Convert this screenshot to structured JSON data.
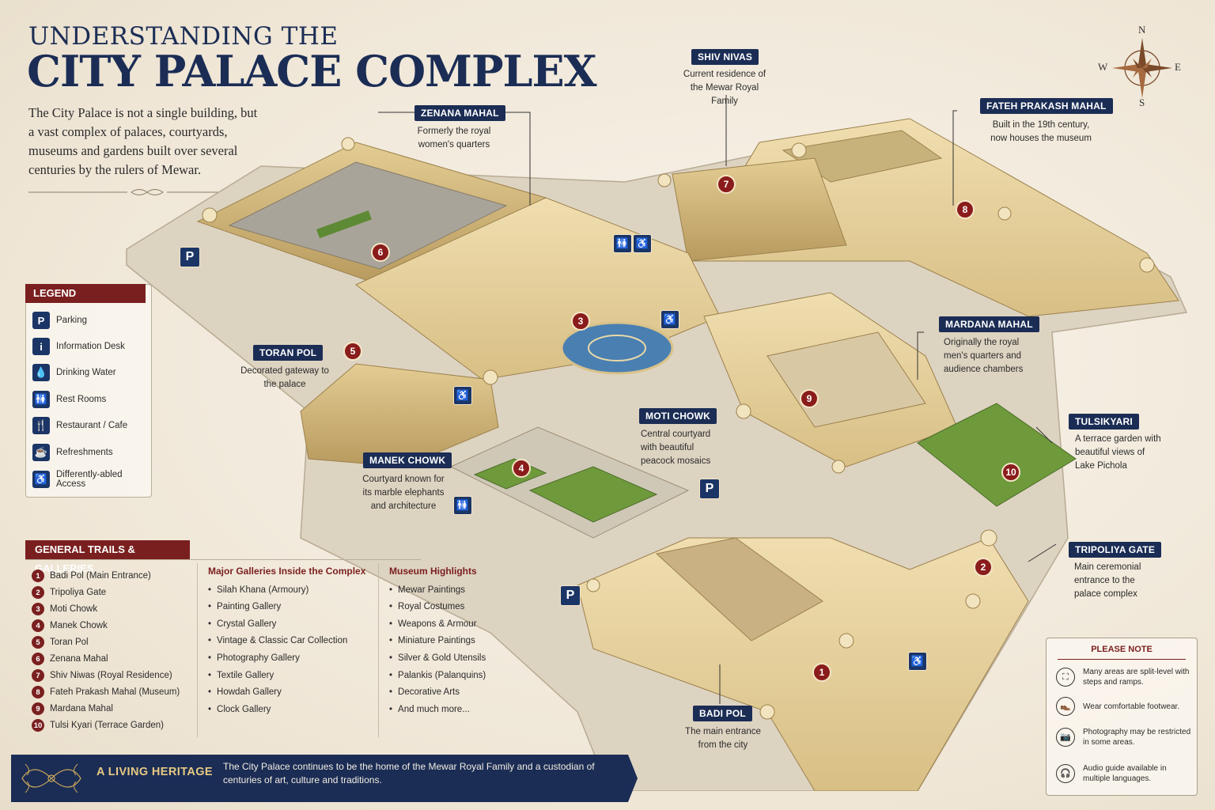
{
  "header": {
    "title_line1": "UNDERSTANDING THE",
    "title_line2": "CITY PALACE COMPLEX",
    "intro": "The City Palace is not a single building, but a vast complex of palaces, courtyards, museums and gardens built over several centuries by the rulers of Mewar."
  },
  "legend": {
    "title": "LEGEND",
    "items": [
      {
        "icon": "parking-icon",
        "glyph": "P",
        "label": "Parking"
      },
      {
        "icon": "information-icon",
        "glyph": "i",
        "label": "Information Desk"
      },
      {
        "icon": "water-drop-icon",
        "glyph": "💧",
        "label": "Drinking Water"
      },
      {
        "icon": "restroom-icon",
        "glyph": "🚻",
        "label": "Rest Rooms"
      },
      {
        "icon": "restaurant-icon",
        "glyph": "🍴",
        "label": "Restaurant / Cafe"
      },
      {
        "icon": "cup-icon",
        "glyph": "☕",
        "label": "Refreshments"
      },
      {
        "icon": "wheelchair-icon",
        "glyph": "♿",
        "label": "Differently-abled Access"
      }
    ]
  },
  "trails": {
    "title": "GENERAL TRAILS & GALLERIES",
    "items": [
      {
        "num": "1",
        "label": "Badi Pol (Main Entrance)"
      },
      {
        "num": "2",
        "label": "Tripoliya Gate"
      },
      {
        "num": "3",
        "label": "Moti Chowk"
      },
      {
        "num": "4",
        "label": "Manek Chowk"
      },
      {
        "num": "5",
        "label": "Toran Pol"
      },
      {
        "num": "6",
        "label": "Zenana Mahal"
      },
      {
        "num": "7",
        "label": "Shiv Niwas (Royal Residence)"
      },
      {
        "num": "8",
        "label": "Fateh Prakash Mahal (Museum)"
      },
      {
        "num": "9",
        "label": "Mardana Mahal"
      },
      {
        "num": "10",
        "label": "Tulsi Kyari (Terrace Garden)"
      }
    ],
    "galleries_title": "Major Galleries Inside the Complex",
    "galleries": [
      "Silah Khana (Armoury)",
      "Painting Gallery",
      "Crystal Gallery",
      "Vintage & Classic Car Collection",
      "Photography Gallery",
      "Textile Gallery",
      "Howdah Gallery",
      "Clock Gallery"
    ],
    "highlights_title": "Museum Highlights",
    "highlights": [
      "Mewar Paintings",
      "Royal Costumes",
      "Weapons & Armour",
      "Miniature Paintings",
      "Silver & Gold Utensils",
      "Palankis (Palanquins)",
      "Decorative Arts",
      "And much more..."
    ]
  },
  "banner": {
    "title": "A LIVING HERITAGE",
    "text": "The City Palace continues to be the home of the Mewar Royal Family and a custodian of centuries of art, culture and traditions."
  },
  "compass": {
    "n": "N",
    "s": "S",
    "e": "E",
    "w": "W"
  },
  "map_labels": {
    "shiv_nivas": {
      "tag": "SHIV NIVAS",
      "desc": "Current residence of the Mewar Royal Family"
    },
    "zenana_mahal": {
      "tag": "ZENANA MAHAL",
      "desc": "Formerly the royal women's quarters"
    },
    "fateh_prakash": {
      "tag": "FATEH PRAKASH MAHAL",
      "desc": "Built in the 19th century, now houses the museum"
    },
    "toran_pol": {
      "tag": "TORAN POL",
      "desc": "Decorated gateway to the palace"
    },
    "mardana_mahal": {
      "tag": "MARDANA MAHAL",
      "desc": "Originally the royal men's quarters and audience chambers"
    },
    "moti_chowk": {
      "tag": "MOTI CHOWK",
      "desc": "Central courtyard with beautiful peacock mosaics"
    },
    "manek_chowk": {
      "tag": "MANEK CHOWK",
      "desc": "Courtyard known for its marble elephants and architecture"
    },
    "tulsikyari": {
      "tag": "TULSIKYARI",
      "desc": "A terrace garden with beautiful views of Lake Pichola"
    },
    "tripoliya": {
      "tag": "TRIPOLIYA GATE",
      "desc": "Main ceremonial entrance to the palace complex"
    },
    "badi_pol": {
      "tag": "BADI POL",
      "desc": "The main entrance from the city"
    }
  },
  "map_numbers": [
    "1",
    "2",
    "3",
    "4",
    "5",
    "6",
    "7",
    "8",
    "9",
    "10"
  ],
  "map_icons": {
    "parking": "P",
    "wheelchair": "♿",
    "restroom": "🚻"
  },
  "note": {
    "title": "PLEASE NOTE",
    "items": [
      {
        "icon": "stairs-icon",
        "glyph": "⛶",
        "label": "Many areas are split-level with steps and ramps."
      },
      {
        "icon": "footwear-icon",
        "glyph": "👞",
        "label": "Wear comfortable footwear."
      },
      {
        "icon": "camera-icon",
        "glyph": "📷",
        "label": "Photography may be restricted in some areas."
      },
      {
        "icon": "headphones-icon",
        "glyph": "🎧",
        "label": "Audio guide available in multiple languages."
      }
    ]
  },
  "colors": {
    "navy": "#1b2d55",
    "maroon": "#7a1f1f",
    "sandstone": "#e6d3a3",
    "garden": "#6f9a3c"
  }
}
